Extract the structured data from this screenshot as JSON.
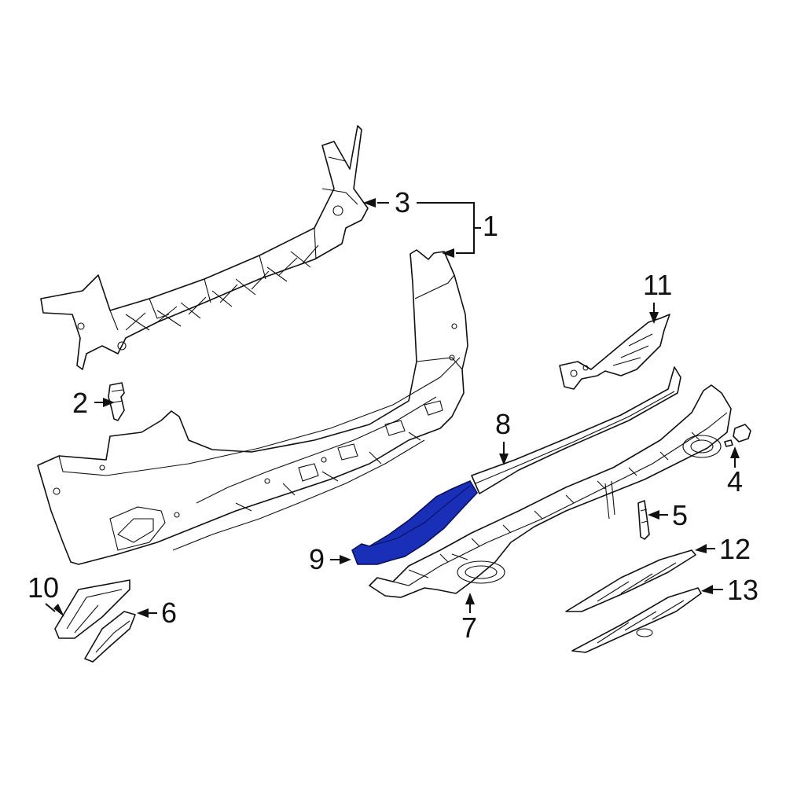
{
  "diagram": {
    "highlight_color": "#1a2fb8",
    "line_color": "#111111",
    "background": "#ffffff",
    "callouts": {
      "c1": "1",
      "c2": "2",
      "c3": "3",
      "c4": "4",
      "c5": "5",
      "c6": "6",
      "c7": "7",
      "c8": "8",
      "c9": "9",
      "c10": "10",
      "c11": "11",
      "c12": "12",
      "c13": "13"
    },
    "highlighted_part": "9"
  }
}
